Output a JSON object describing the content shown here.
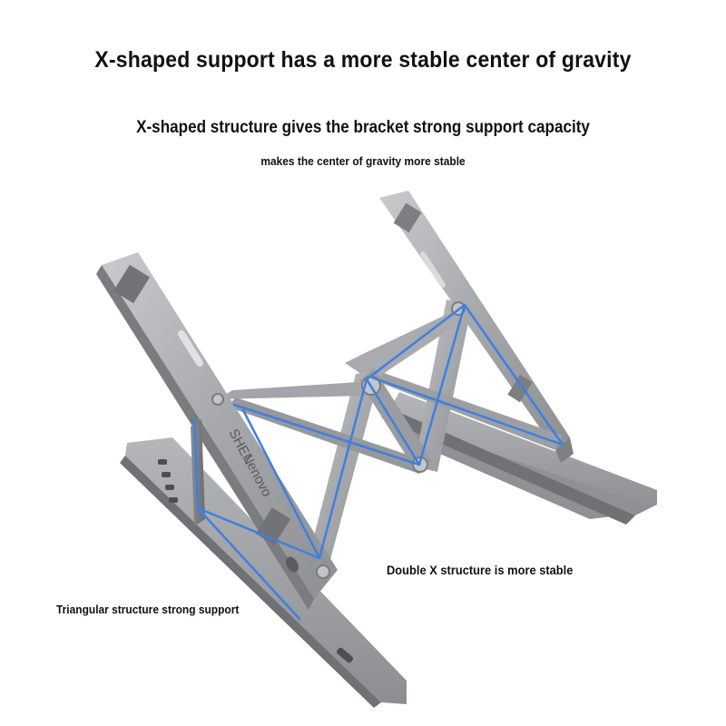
{
  "headline": "X-shaped support has a more stable center of gravity",
  "subheadline": "X-shaped structure gives the bracket strong support capacity",
  "subtext": "makes the center of gravity more stable",
  "callouts": {
    "double_x": "Double X structure is more stable",
    "triangle": "Triangular structure strong support"
  },
  "product": {
    "brand_text": "Lenovo",
    "brand_subtext": "SHEN"
  },
  "colors": {
    "background": "#ffffff",
    "metal": "#a6a8ab",
    "metal_dark": "#6e7073",
    "highlight_line": "#3f7fe0",
    "text": "#111111"
  }
}
